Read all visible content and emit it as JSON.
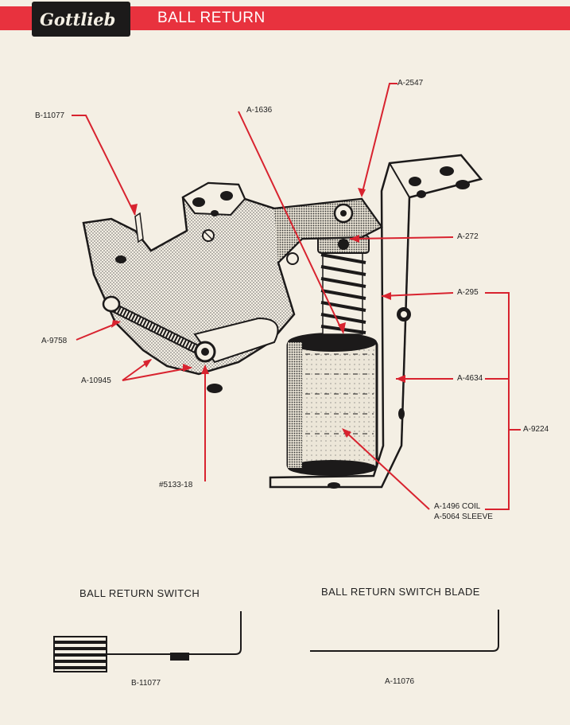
{
  "header": {
    "logo": "Gottlieb",
    "title": "BALL RETURN"
  },
  "callouts": {
    "b11077": "B-11077",
    "a1636": "A-1636",
    "a2547": "A-2547",
    "a272": "A-272",
    "a295": "A-295",
    "a4634": "A-4634",
    "a9224": "A-9224",
    "a9758": "A-9758",
    "a10945": "A-10945",
    "p513318": "#5133-18",
    "coil": "A-1496 COIL",
    "sleeve": "A-5064 SLEEVE"
  },
  "switch_section": {
    "switch_title": "BALL RETURN SWITCH",
    "switch_part": "B-11077",
    "blade_title": "BALL RETURN SWITCH BLADE",
    "blade_part": "A-11076"
  },
  "colors": {
    "header_red": "#e8323e",
    "leader_red": "#d8232f",
    "ink": "#1c1a1a",
    "paper": "#f4efe4"
  }
}
